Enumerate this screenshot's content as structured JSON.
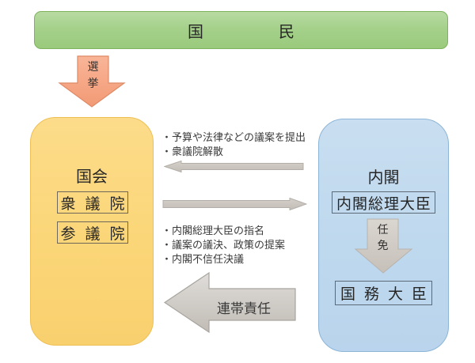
{
  "diagram": {
    "citizens": {
      "label": "国民"
    },
    "election_arrow": {
      "label": "選挙"
    },
    "diet": {
      "title": "国会",
      "houses": [
        {
          "label": "衆議院"
        },
        {
          "label": "参議院"
        }
      ]
    },
    "cabinet": {
      "title": "内閣",
      "prime_minister": "内閣総理大臣",
      "appointment_arrow": "任免",
      "ministers": "国務大臣"
    },
    "cabinet_to_diet_notes": [
      "・予算や法律などの議案を提出",
      "・衆議院解散"
    ],
    "diet_to_cabinet_notes": [
      "・内閣総理大臣の指名",
      "・議案の議決、政策の提案",
      "・内閣不信任決議"
    ],
    "joint_responsibility": {
      "label": "連帯責任"
    },
    "colors": {
      "citizens_fill": "#a5d18b",
      "citizens_border": "#7eb25c",
      "diet_fill": "#fbd678",
      "diet_border": "#eebf55",
      "cabinet_fill": "#bed8ee",
      "cabinet_border": "#8cb5d7",
      "election_arrow_fill": "#f7a785",
      "election_arrow_border": "#df8a66",
      "gray_arrow_fill": "#c8c3bd",
      "gray_arrow_border": "#b3aea8",
      "text": "#333333"
    }
  }
}
